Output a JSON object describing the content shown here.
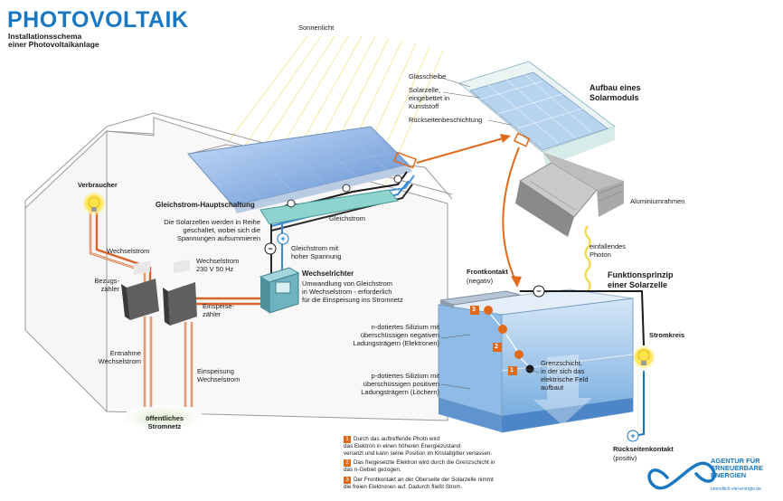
{
  "header": {
    "title": "PHOTOVOLTAIK",
    "subtitle": "Installationsschema\neiner Photovoltaikanlage"
  },
  "labels": {
    "sonnenlicht": "Sonnenlicht",
    "verbraucher": "Verbraucher",
    "wechselstrom_left": "Wechselstrom",
    "gleichstrom_title": "Gleichstrom-Hauptschaltung",
    "gleichstrom_desc": "Die Solarzellen werden in Reihe\ngeschaltet, wobei sich die\nSpannungen aufsummieren",
    "gleichstrom": "Gleichstrom",
    "gleichstrom_hoch": "Gleichstrom mit\nhoher Spannung",
    "wechselrichter_title": "Wechselrichter",
    "wechselrichter_desc": "Umwandlung von Gleichstrom\nin Wechselstrom - erforderlich\nfür die Einspeisung ins Stromnetz",
    "wechselstrom_230": "Wechselstrom\n230 V 50 Hz",
    "bezugszaehler": "Bezugs-\nzähler",
    "einspeisezaehler": "Einspeise-\nzähler",
    "entnahme": "Entnahme\nWechselstrom",
    "einspeisung": "Einspeisung\nWechselstrom",
    "stromnetz": "öffentliches\nStromnetz",
    "glasscheibe": "Glasscheibe",
    "solarzelle": "Solarzelle,\neingebettet in\nKunststoff",
    "rueckseite_beschichtung": "Rückseitenbeschichtung",
    "aufbau": "Aufbau eines\nSolarmoduls",
    "aluminiumrahmen": "Aluminiumrahmen",
    "photon": "einfallendes\nPhoton",
    "frontkontakt": "Frontkontakt",
    "frontkontakt_sub": "(negativ)",
    "funktionsprinzip": "Funktionsprinzip\neiner Solarzelle",
    "n_silizium": "n-dotiertes Silizium mit\nüberschüssigen negativen\nLadungsträgern (Elektronen)",
    "p_silizium": "p-dotiertes Silizium mit\nüberschüssigen positiven\nLadungsträgern (Löchern)",
    "grenzschicht": "Grenzschicht,\nin der sich das\nelektrische Feld\naufbaut",
    "stromkreis": "Stromkreis",
    "rueckseitenkontakt": "Rückseitenkontakt",
    "rueckseitenkontakt_sub": "(positiv)"
  },
  "steps": [
    "1",
    "2",
    "3"
  ],
  "footnotes": [
    {
      "num": "1",
      "text": "Durch das auftreffende Photn wird\ndas Elektron in einen höheren Energiezustand\nversetzt und kann seine Position im Kristallgitter verlassen."
    },
    {
      "num": "2",
      "text": "Das freigesetzte Elektron wird durch die Grenzschicht in\ndas n-Gebiet gezogen."
    },
    {
      "num": "3",
      "text": "Der Frontkontakt an der Oberseite der Solarzelle nimmt\ndie freien Elektronen auf. Dadurch fließt Strom."
    }
  ],
  "logo": {
    "text": "AGENTUR FÜR\nERNEUERBARE\nENERGIEN",
    "url": "unendlich-viel-energie.de"
  },
  "colors": {
    "accent_blue": "#1a78c2",
    "wire_orange": "#d9642a",
    "panel_blue": "#8ab4e0"
  }
}
